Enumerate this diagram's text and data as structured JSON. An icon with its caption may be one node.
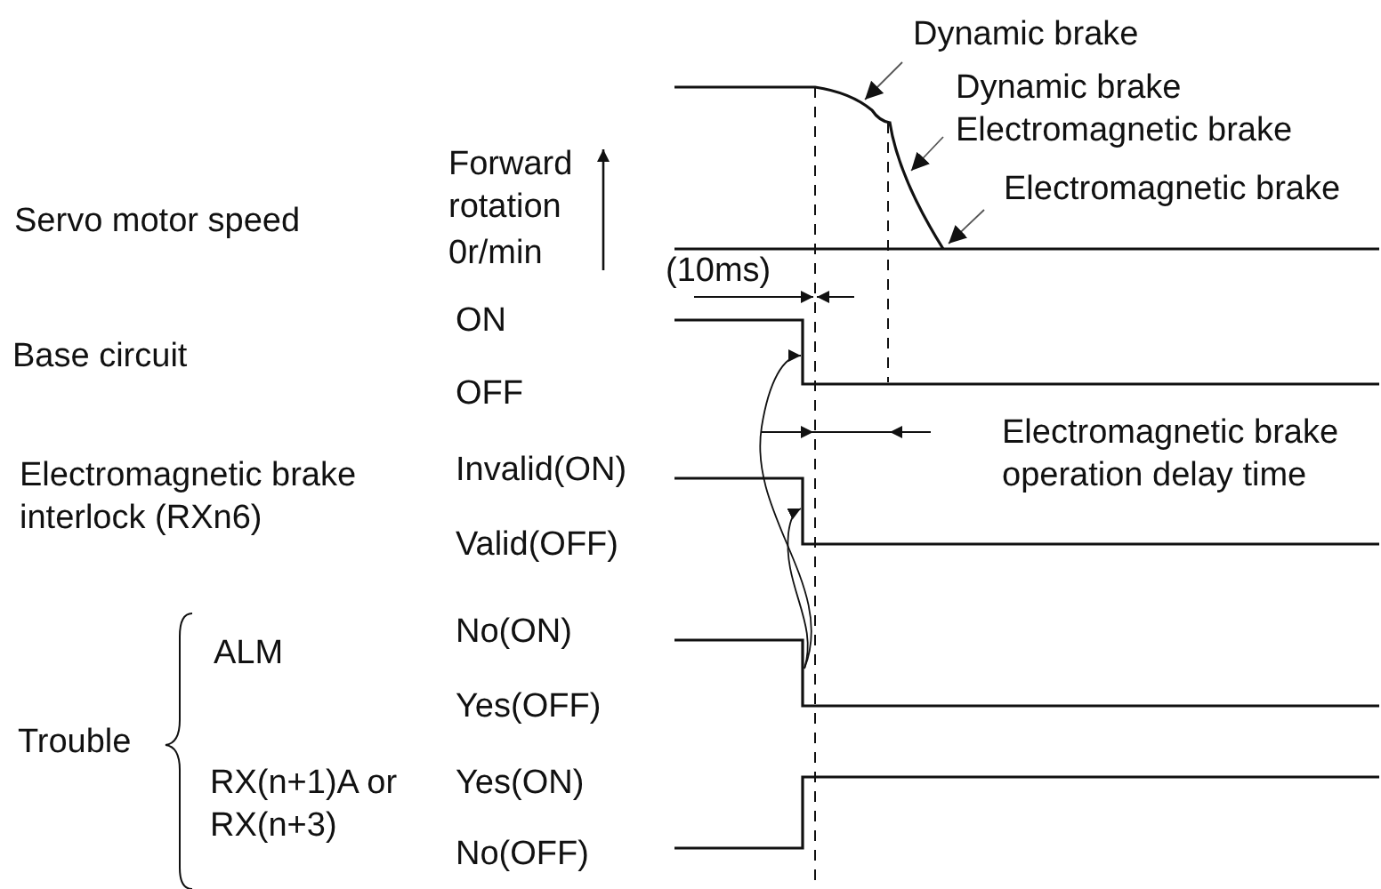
{
  "diagram": {
    "nodes": [
      {
        "text": [
          "Dynamic brake"
        ]
      },
      {
        "text": [
          "Dynamic brake Electromagnetic brake"
        ]
      },
      {
        "text": [
          "Electromagnetic brake"
        ]
      }
    ],
    "edges": [
      {
        "from": 0,
        "to": null,
        "arrow": "to"
      },
      {
        "from": 1,
        "to": null,
        "arrow": "to"
      },
      {
        "from": 2,
        "to": null,
        "arrow": "to"
      }
    ],
    "labels": [
      "Servo motor speed",
      "Forward rotation",
      "0r/min",
      "(10ms)",
      "Base circuit",
      "ON",
      "OFF",
      "Electromagnetic brake operation delay time",
      "Electromagnetic brake interlock (RXn6)",
      "Invalid(ON)",
      "Valid(OFF)",
      "ALM",
      "No(ON)",
      "Trouble",
      "Yes(OFF)",
      "RX(n+1)A or RX(n+3)",
      "Yes(ON)",
      "No(OFF)"
    ]
  }
}
